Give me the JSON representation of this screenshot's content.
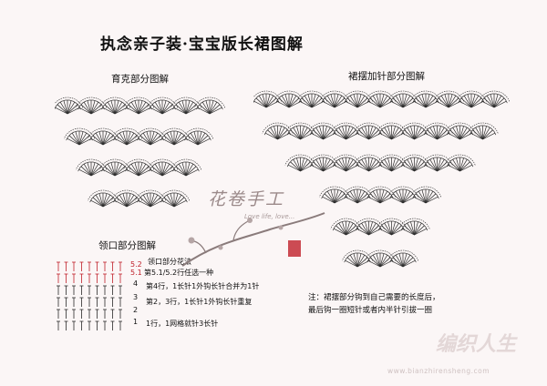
{
  "title": "执念亲子装·宝宝版长裙图解",
  "sections": {
    "yoke": "育克部分图解",
    "skirt": "裙摆加针部分图解",
    "collar": "领口部分图解"
  },
  "collar_notes": {
    "heading": "领口部分花法",
    "row5": "第5.1/5.2行任选一种",
    "row4": "第4行，1长针1外钩长针合并为1针",
    "row23": "第2，3行，1长针1外钩长针重复",
    "row1": "1行，1网格就针3长针"
  },
  "row_markers": [
    "5.2",
    "5.1",
    "4",
    "3",
    "2",
    "1"
  ],
  "note": {
    "line1": "注：裙摆部分钩到自己需要的长度后，",
    "line2": "最后钩一圈短针或者内半针引拔一圈"
  },
  "watermark": {
    "text": "花卷手工",
    "sub": "Love life, love..."
  },
  "site": {
    "logo": "编织人生",
    "url": "www.bianzhirensheng.com"
  },
  "colors": {
    "line": "#2a2a2a",
    "accent": "#c0202a",
    "watermark": "#9b8a8a"
  }
}
